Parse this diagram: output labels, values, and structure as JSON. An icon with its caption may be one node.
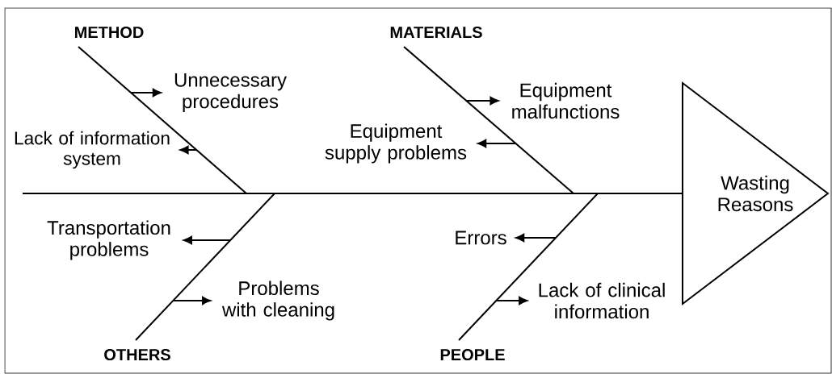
{
  "diagram": {
    "nodes": [
      {
        "text": [
          "METHOD"
        ]
      },
      {
        "text": [
          "Unnecessary procedures"
        ]
      },
      {
        "text": [
          "Lack of information system"
        ]
      },
      {
        "text": [
          "MATERIALS"
        ]
      },
      {
        "text": [
          "Equipment malfunctions"
        ]
      },
      {
        "text": [
          "Equipment supply problems"
        ]
      },
      {
        "text": [
          "Wasting Reasons"
        ]
      },
      {
        "text": [
          "Transportation problems"
        ]
      },
      {
        "text": [
          "Problems with cleaning"
        ]
      },
      {
        "text": [
          "Errors"
        ]
      },
      {
        "text": [
          "Lack of clinical information"
        ]
      },
      {
        "text": [
          "OTHERS"
        ]
      },
      {
        "text": [
          "PEOPLE"
        ]
      }
    ],
    "edges": [
      {
        "from": null,
        "to": 6,
        "arrow": "none"
      },
      {
        "from": 0,
        "to": null,
        "arrow": "none"
      },
      {
        "from": 3,
        "to": null,
        "arrow": "none"
      },
      {
        "from": 11,
        "to": null,
        "arrow": "none"
      },
      {
        "from": 12,
        "to": null,
        "arrow": "none"
      },
      {
        "from": null,
        "to": 1,
        "arrow": "to"
      },
      {
        "from": null,
        "to": 2,
        "arrow": "to"
      },
      {
        "from": null,
        "to": 4,
        "arrow": "to"
      },
      {
        "from": null,
        "to": 5,
        "arrow": "to"
      },
      {
        "from": null,
        "to": 7,
        "arrow": "to"
      },
      {
        "from": null,
        "to": 8,
        "arrow": "to"
      },
      {
        "from": null,
        "to": 9,
        "arrow": "to"
      },
      {
        "from": null,
        "to": 10,
        "arrow": "to"
      }
    ]
  }
}
